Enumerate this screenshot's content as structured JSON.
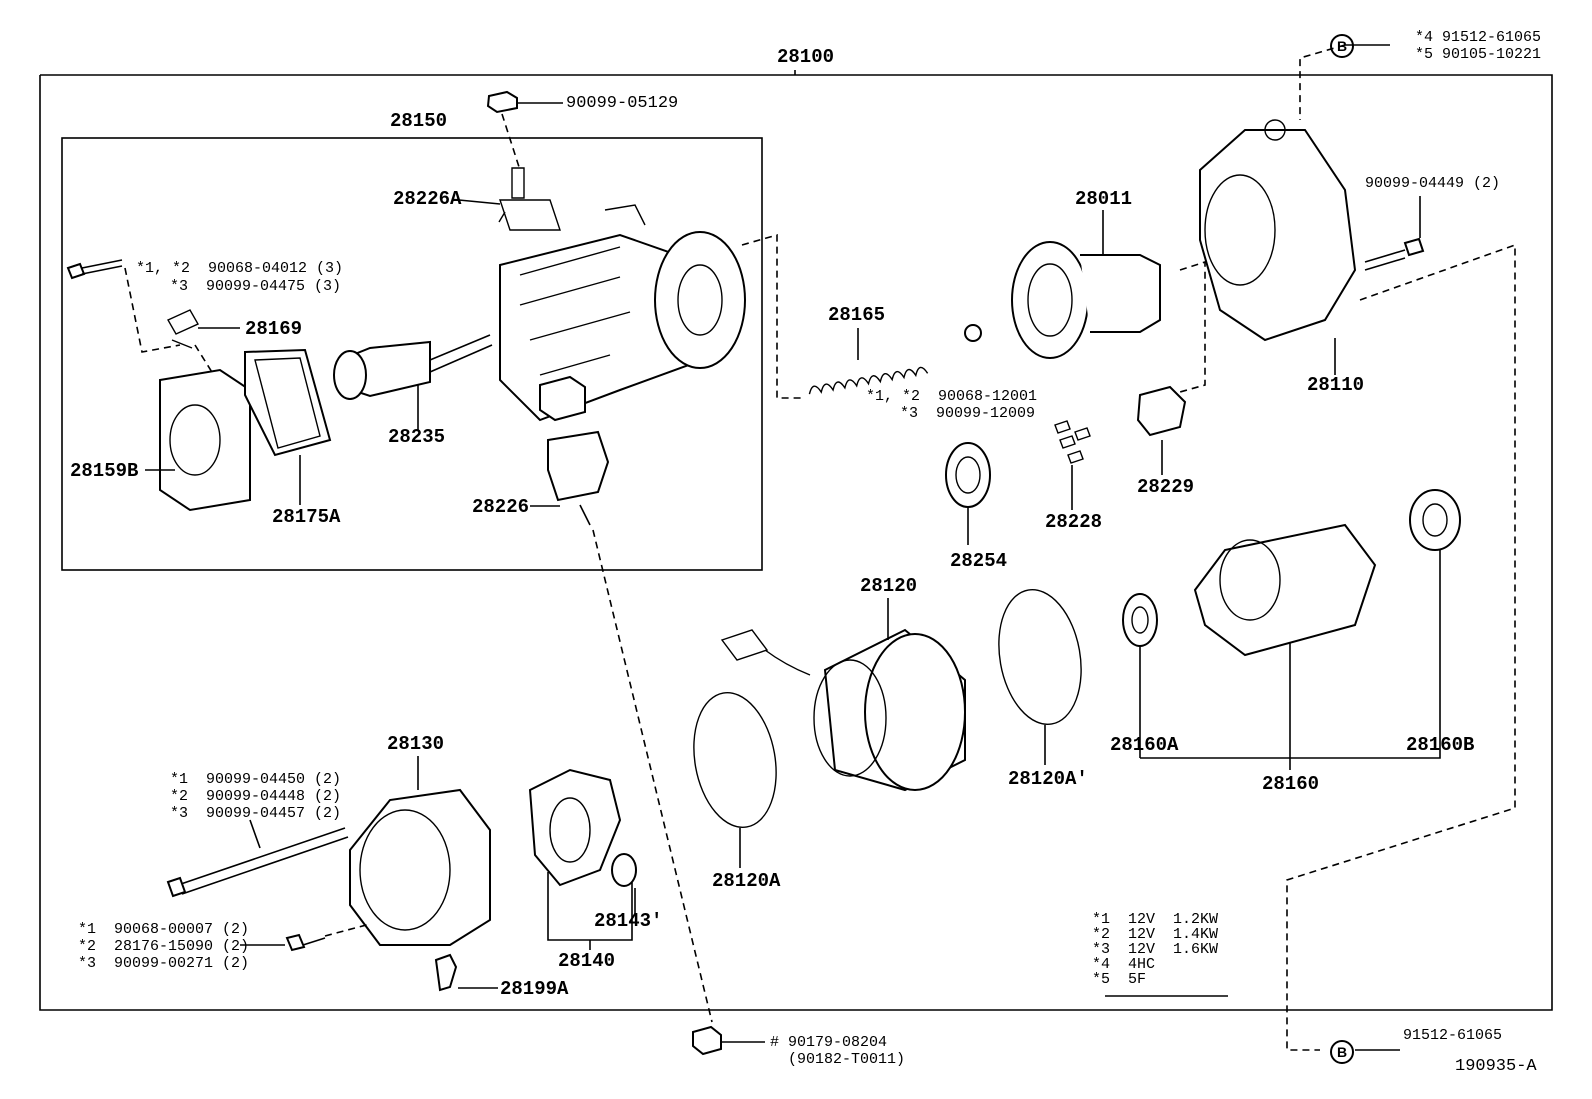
{
  "diagram": {
    "main_assembly": "28100",
    "sub_assembly": "28150",
    "figure_code": "190935-A",
    "top_ref": {
      "circle": "B",
      "line1": "*4 91512-61065",
      "line2": "*5 90105-10221"
    },
    "bottom_ref": {
      "circle": "B",
      "part": "91512-61065"
    },
    "nut_ref": {
      "line1": "# 90179-08204",
      "line2": "(90182-T0011)"
    },
    "parts": {
      "p90099_05129": "90099-05129",
      "p28226A": "28226A",
      "p28235": "28235",
      "p28169": "28169",
      "p28159B": "28159B",
      "p28175A": "28175A",
      "p28226": "28226",
      "p28165": "28165",
      "p28011": "28011",
      "p28110": "28110",
      "p28229": "28229",
      "p28228": "28228",
      "p28254": "28254",
      "p28120": "28120",
      "p28120A_outer": "28120A",
      "p28120A_mid": "28120A'",
      "p28160A": "28160A",
      "p28160B": "28160B",
      "p28160": "28160",
      "p28130": "28130",
      "p28143": "28143'",
      "p28140": "28140",
      "p28199A": "28199A",
      "p90099_04449": "90099-04449 (2)"
    },
    "bolt_top": {
      "line1": "*1, *2  90068-04012 (3)",
      "line2": "*3  90099-04475 (3)"
    },
    "ball": {
      "line1": "*1, *2  90068-12001",
      "line2": "*3  90099-12009"
    },
    "through_bolt": {
      "line1": "*1  90099-04450 (2)",
      "line2": "*2  90099-04448 (2)",
      "line3": "*3  90099-04457 (2)"
    },
    "screw": {
      "line1": "*1  90068-00007 (2)",
      "line2": "*2  28176-15090 (2)",
      "line3": "*3  90099-00271 (2)"
    },
    "legend": [
      "*1  12V  1.2KW",
      "*2  12V  1.4KW",
      "*3  12V  1.6KW",
      "*4  4HC",
      "*5  5F"
    ]
  }
}
